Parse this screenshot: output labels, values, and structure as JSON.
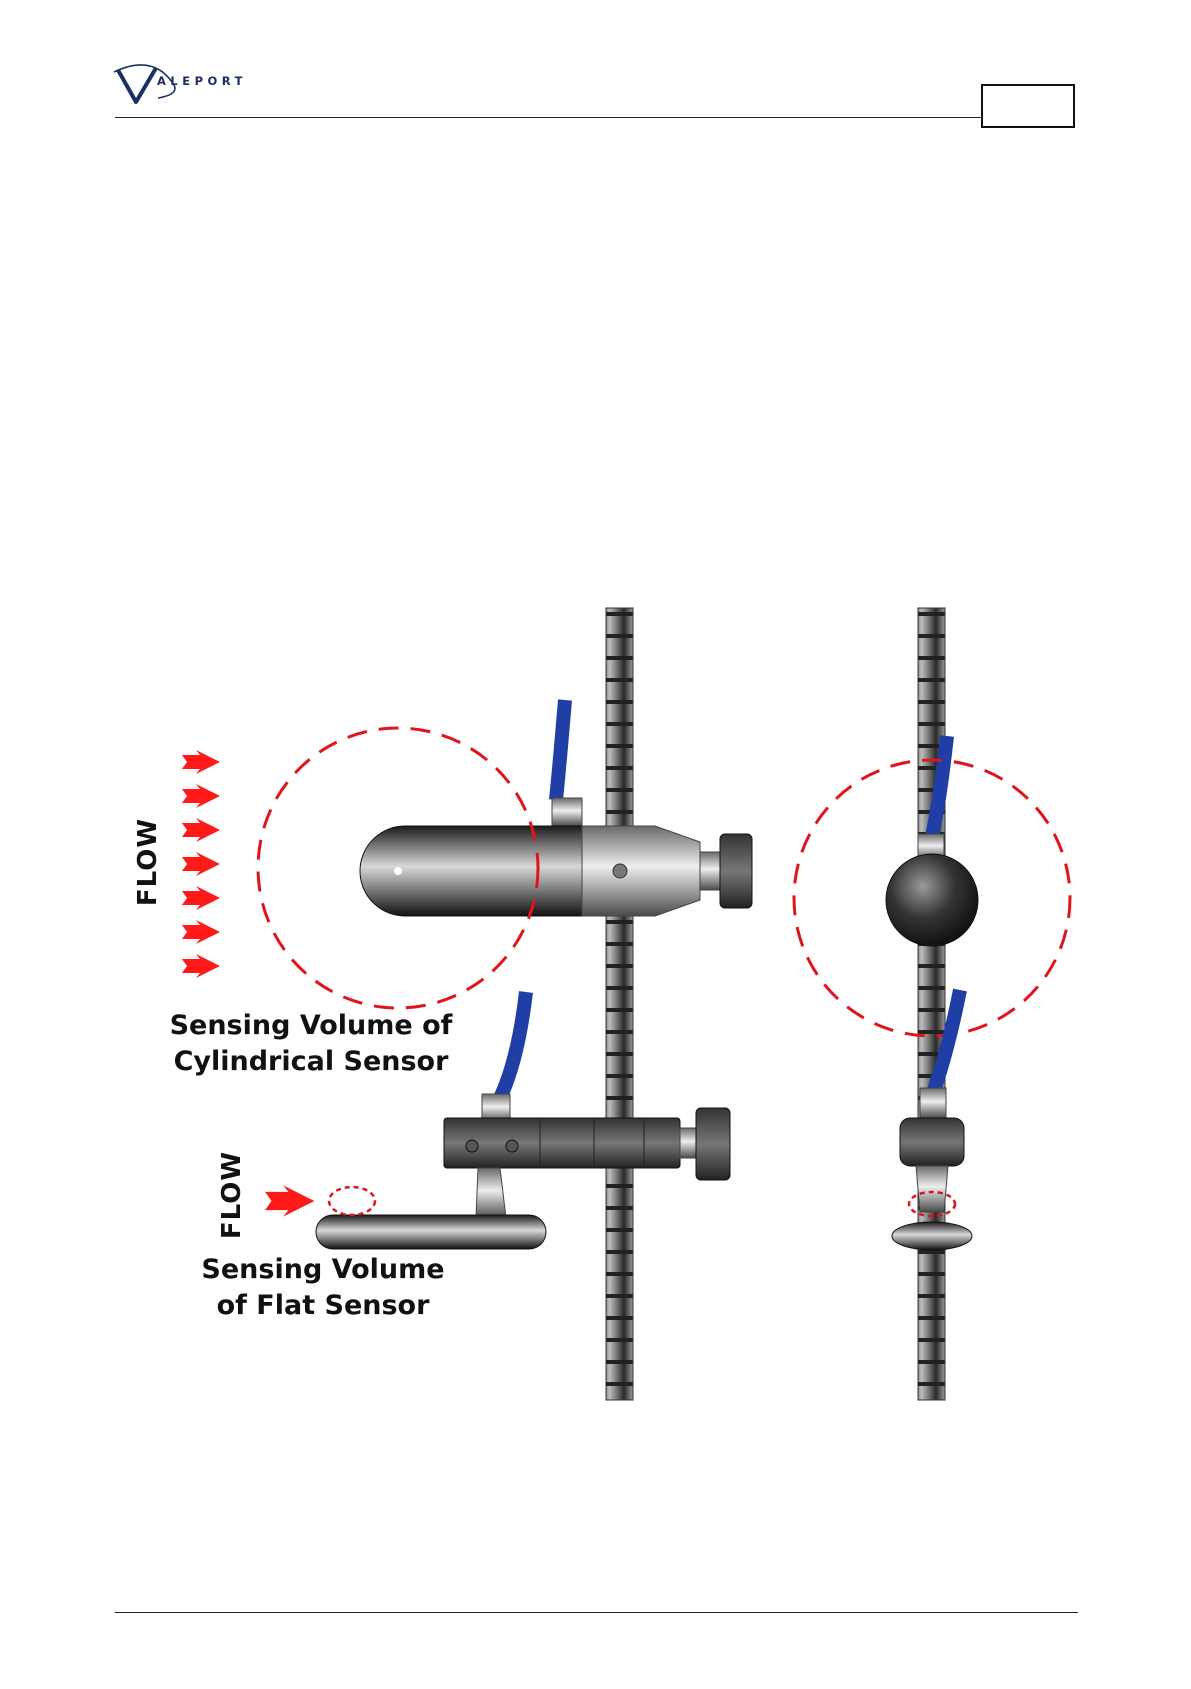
{
  "header": {
    "logo_text": "ALEPORT",
    "page_number": ""
  },
  "figure": {
    "flow_label_top": "FLOW",
    "flow_label_bottom": "FLOW",
    "cyl_caption_line1": "Sensing Volume of",
    "cyl_caption_line2": "Cylindrical Sensor",
    "flat_caption_line1": "Sensing Volume",
    "flat_caption_line2": "of Flat Sensor"
  },
  "colors": {
    "arrow": "#ff1a1a",
    "dashed_circle": "#e0141b",
    "cable": "#1f3fa6",
    "logo": "#1d2e63"
  }
}
